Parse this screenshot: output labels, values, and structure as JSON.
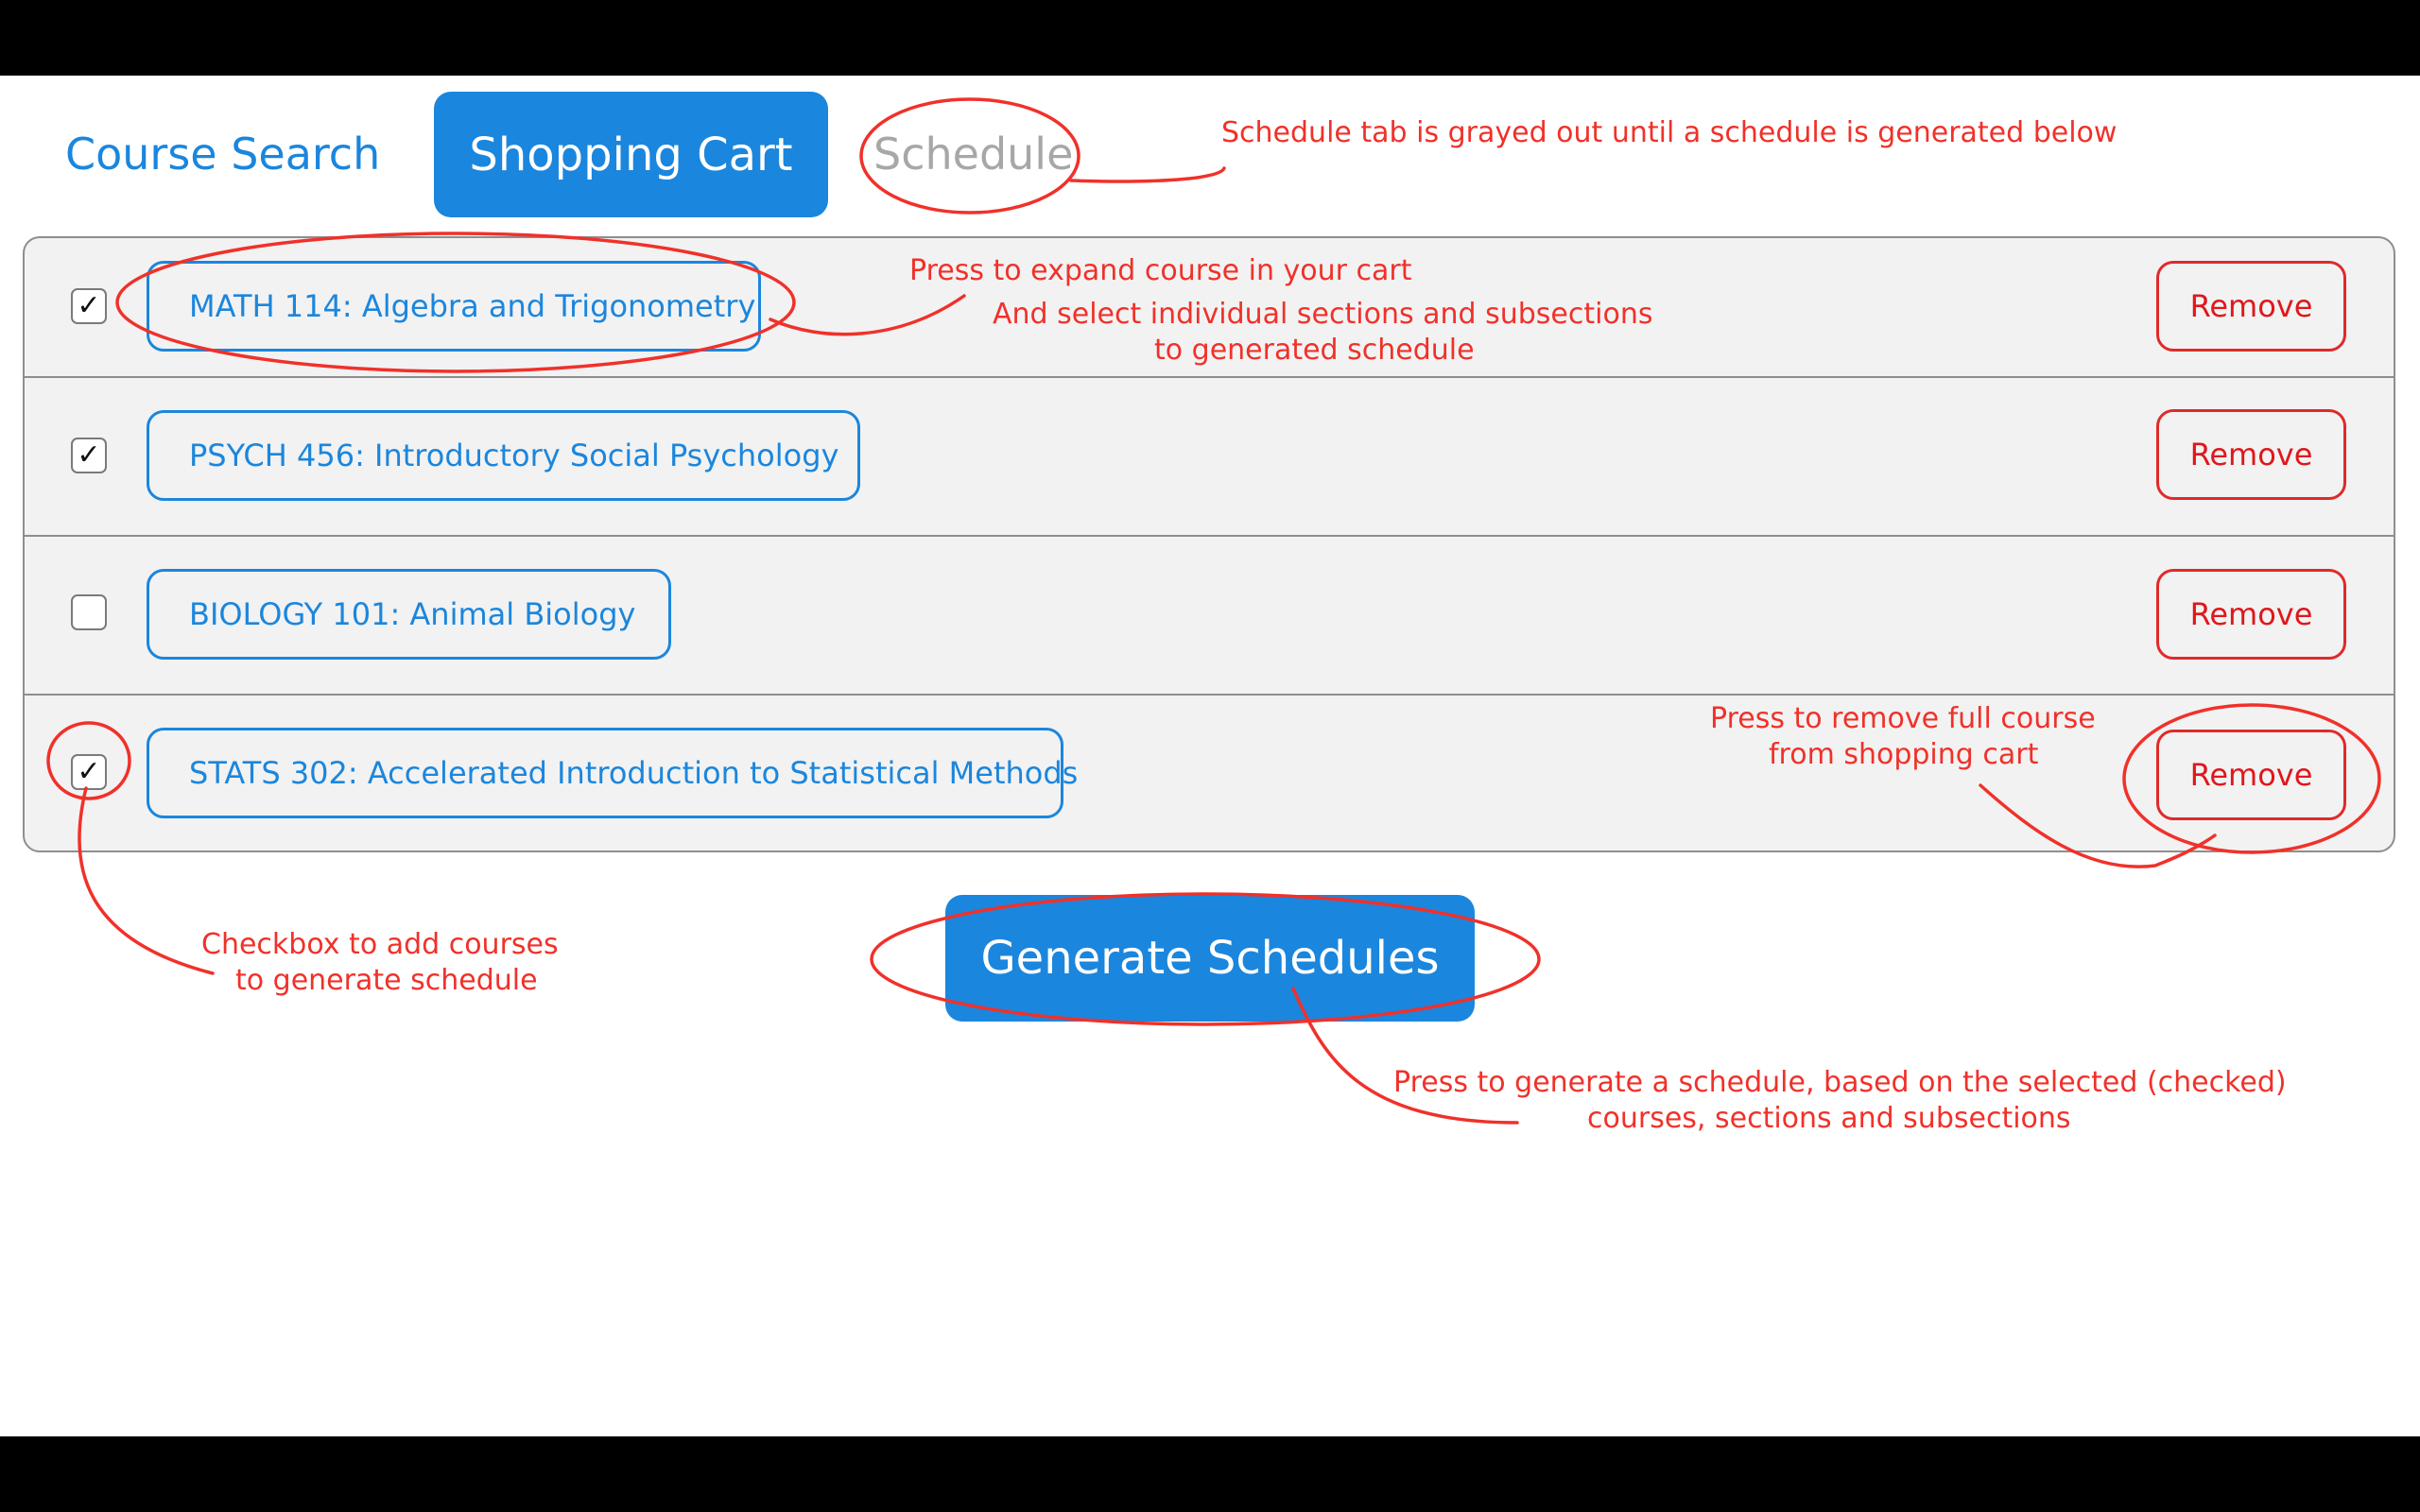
{
  "tabs": {
    "course_search": "Course Search",
    "shopping_cart": "Shopping Cart",
    "schedule": "Schedule"
  },
  "cart": {
    "items": [
      {
        "label": "MATH 114: Algebra and Trigonometry",
        "checked": true,
        "remove_label": "Remove"
      },
      {
        "label": "PSYCH 456: Introductory Social Psychology",
        "checked": true,
        "remove_label": "Remove"
      },
      {
        "label": "BIOLOGY 101: Animal Biology",
        "checked": false,
        "remove_label": "Remove"
      },
      {
        "label": "STATS 302: Accelerated Introduction to Statistical Methods",
        "checked": true,
        "remove_label": "Remove"
      }
    ]
  },
  "generate_button_label": "Generate Schedules",
  "checkmark_glyph": "✓",
  "annotations": {
    "schedule_tab_note": "Schedule tab is grayed out until a schedule is generated below",
    "expand_line1": "Press to expand course in your cart",
    "expand_line2": "And select individual sections and subsections",
    "expand_line3": "to generated schedule",
    "remove_line1": "Press to remove full course",
    "remove_line2": "from shopping cart",
    "checkbox_line1": "Checkbox to add courses",
    "checkbox_line2": "to generate schedule",
    "generate_line1": "Press to generate a schedule, based on the selected (checked)",
    "generate_line2": "courses, sections and subsections"
  },
  "colors": {
    "accent_blue": "#1b86dd",
    "disabled_gray": "#a7a7a7",
    "remove_red": "#e0171c",
    "annotation_red": "#f0312a",
    "panel_bg": "#f2f2f2"
  }
}
